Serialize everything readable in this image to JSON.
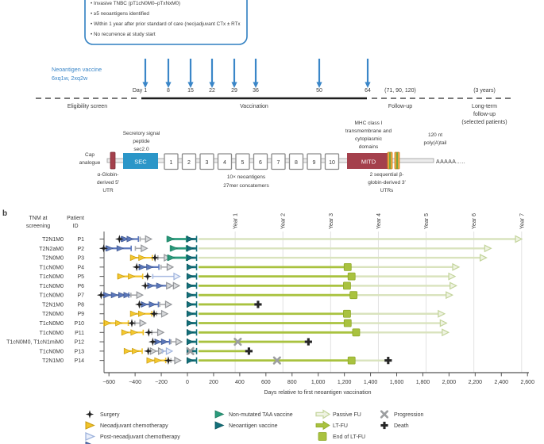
{
  "colors": {
    "accent_blue": "#3a86c8",
    "box_border": "#2f7fc1",
    "timeline_black": "#1c1c1c",
    "dash_gray": "#4b4b4b",
    "construct_red": "#a4404c",
    "construct_red_stroke": "#7e2f3a",
    "construct_blue": "#2b96c8",
    "construct_orange": "#f0a73c",
    "construct_orange_stroke": "#c8802a",
    "construct_green_stripe": "#6ba33c",
    "polya_purple": "#8e7cc3",
    "backbone_fill": "#ececec",
    "backbone_stroke": "#9b9b9b",
    "box_stroke_gray": "#8a8a8a",
    "neoadjuvant_yellow": "#f2c328",
    "neoadjuvant_yellow_stroke": "#c79b12",
    "adjuvant_blue": "#5b77bb",
    "adjuvant_blue_stroke": "#41598f",
    "gray_open_stroke": "#939599",
    "gray_open_fill": "#d8dadc",
    "gray_open_line": "#a7a9ac",
    "postneo_stroke": "#9fb4dd",
    "postneo_fill": "#eaeffa",
    "postneo_line": "#a9bbe2",
    "taa_teal": "#2a9b7c",
    "taa_teal_stroke": "#1f7a60",
    "neovax_teal": "#13707a",
    "neovax_teal_stroke": "#0c555d",
    "ltfu_green": "#a9c23f",
    "ltfu_green_stroke": "#8fa928",
    "passive_green": "#d9e3bd",
    "passive_stroke": "#c3d49b",
    "passive_fill": "#eff3e2",
    "progression_gray": "#9c9ea0",
    "death_black": "#262626",
    "grid_gray": "#e2e2e2",
    "axis_gray": "#555555"
  },
  "panel_a": {
    "eligibility_box": {
      "items": [
        "Invasive TNBC (pT1cN0M0–pTxNxM0)",
        "≥5 neoantigens identified",
        "Within 1 year after prior standard of care (neo)adjuvant CTx ± RTx",
        "No recurrence at study start"
      ]
    },
    "vaccine_label": {
      "line1": "Neoantigen vaccine",
      "line2": "6xq1w, 2xq2w"
    },
    "timeline": {
      "day_labels": [
        "Day 1",
        "8",
        "15",
        "22",
        "29",
        "36",
        "50",
        "64"
      ],
      "followup_label": "(71, 90, 120)",
      "longterm_label": "(3 years)",
      "phases": [
        "Eligibility screen",
        "Vaccination",
        "Follow-up"
      ],
      "longterm_phase": [
        "Long-term",
        "follow-up",
        "(selected patients)"
      ]
    },
    "construct": {
      "cap_label": [
        "Cap",
        "analogue"
      ],
      "utr5_label": [
        "α-Globin-",
        "derived 5′",
        "UTR"
      ],
      "sec_label_above": [
        "Secretory signal",
        "peptide",
        "sec2.0"
      ],
      "sec_text": "SEC",
      "neoantigen_boxes": [
        "1",
        "2",
        "3",
        "4",
        "5",
        "6",
        "7",
        "8",
        "9",
        "10"
      ],
      "neoantigens_label": [
        "10× neoantigens",
        "27mer concatemers"
      ],
      "mitd_label_above": [
        "MHC class I",
        "transmembrane and",
        "cytoplasmic",
        "domains"
      ],
      "mitd_text": "MITD",
      "utr3_label": [
        "2 sequential β-",
        "globin-derived 3′",
        "UTRs"
      ],
      "polya_label": [
        "120 nt",
        "poly(A)tail"
      ],
      "polya_text": "AAAAA....."
    }
  },
  "panel_b": {
    "label": "b",
    "tnm_header": [
      "TNM at",
      "screening"
    ],
    "id_header": [
      "Patient",
      "ID"
    ],
    "legend": {
      "columns": [
        {
          "items": [
            {
              "icon": "surgery-star-icon",
              "label": "Surgery"
            },
            {
              "icon": "yellow-arrow-icon",
              "label": "Neoadjuvant chemotherapy"
            },
            {
              "icon": "open-blue-arrow-icon",
              "label": "Post-neoadjuvant chemotherapy"
            },
            {
              "icon": "blue-arrow-icon",
              "label": ""
            }
          ]
        },
        {
          "items": [
            {
              "icon": "teal-arrow-icon",
              "label": "Non-mutated TAA vaccine"
            },
            {
              "icon": "darkteal-arrow-icon",
              "label": "Neoantigen vaccine"
            }
          ]
        },
        {
          "items": [
            {
              "icon": "pale-block-arrow-icon",
              "label": "Passive FU"
            },
            {
              "icon": "green-block-arrow-icon",
              "label": "LT-FU"
            },
            {
              "icon": "green-square-icon",
              "label": "End of LT-FU"
            }
          ]
        },
        {
          "items": [
            {
              "icon": "progression-icon",
              "label": "Progression"
            },
            {
              "icon": "death-icon",
              "label": "Death"
            }
          ]
        }
      ]
    }
  },
  "chart_data": {
    "type": "swimmer",
    "xlabel": "Days relative to first neoantigen vaccination",
    "x_unit": "days relative to first neoantigen vaccination",
    "x_domain": [
      -640,
      2625
    ],
    "x_ticks": [
      -600,
      -400,
      -200,
      0,
      200,
      400,
      600,
      800,
      1000,
      1200,
      1400,
      1600,
      1800,
      2000,
      2200,
      2400,
      2600
    ],
    "x_tick_labels": [
      "−600",
      "−400",
      "−200",
      "0",
      "200",
      "400",
      "600",
      "800",
      "1,000",
      "1,200",
      "1,400",
      "1,600",
      "1,800",
      "2,000",
      "2,200",
      "2,400",
      "2,600"
    ],
    "year_gridline_days": [
      365,
      730,
      1095,
      1460,
      1825,
      2190,
      2555
    ],
    "year_labels": [
      "Year 1",
      "Year 2",
      "Year 3",
      "Year 4",
      "Year 5",
      "Year 6",
      "Year 7"
    ],
    "patients": [
      {
        "id": "P1",
        "tnm": "T2N1M0",
        "markers": [
          {
            "kind": "surgery",
            "day": -520
          }
        ],
        "segments": [
          {
            "kind": "blue",
            "from": -505,
            "to": -375,
            "arrows": [
              -478,
              -438
            ]
          },
          {
            "kind": "gray-open",
            "from": -362,
            "to": -305
          },
          {
            "kind": "taa",
            "from": -155,
            "to": -8
          },
          {
            "kind": "neo",
            "from": 0,
            "to": 70
          },
          {
            "kind": "passive",
            "from": 85,
            "to": 2520,
            "end": "arrow"
          }
        ]
      },
      {
        "id": "P2",
        "tnm": "T2N2aM0",
        "markers": [
          {
            "kind": "surgery",
            "day": -640
          }
        ],
        "segments": [
          {
            "kind": "blue",
            "from": -622,
            "to": -430,
            "arrows": [
              -595,
              -515
            ]
          },
          {
            "kind": "gray-open",
            "from": -398,
            "to": -338
          },
          {
            "kind": "taa",
            "from": -130,
            "to": -8
          },
          {
            "kind": "neo",
            "from": 0,
            "to": 70
          },
          {
            "kind": "passive",
            "from": 85,
            "to": 2285,
            "end": "arrow"
          }
        ]
      },
      {
        "id": "P3",
        "tnm": "T2N0M0",
        "markers": [
          {
            "kind": "surgery",
            "day": -248
          }
        ],
        "segments": [
          {
            "kind": "yellow",
            "from": -432,
            "to": -268,
            "arrows": [
              -412,
              -348
            ]
          },
          {
            "kind": "gray-open",
            "from": -226,
            "to": -162
          },
          {
            "kind": "taa",
            "from": -150,
            "to": -8
          },
          {
            "kind": "neo",
            "from": 0,
            "to": 70
          },
          {
            "kind": "passive",
            "from": 85,
            "to": 2250,
            "end": "arrow"
          }
        ]
      },
      {
        "id": "P4",
        "tnm": "T1cN0M0",
        "markers": [
          {
            "kind": "surgery",
            "day": -388
          }
        ],
        "segments": [
          {
            "kind": "blue",
            "from": -368,
            "to": -218,
            "arrows": [
              -345,
              -288
            ]
          },
          {
            "kind": "gray-open",
            "from": -202,
            "to": -140
          },
          {
            "kind": "neo",
            "from": 0,
            "to": 70
          },
          {
            "kind": "ltfu",
            "from": 85,
            "to": 1225,
            "end": "square"
          },
          {
            "kind": "passive",
            "from": 1225,
            "to": 2040,
            "end": "arrow"
          }
        ]
      },
      {
        "id": "P5",
        "tnm": "T1cN0M0",
        "markers": [
          {
            "kind": "surgery",
            "day": -305
          }
        ],
        "segments": [
          {
            "kind": "yellow",
            "from": -532,
            "to": -342,
            "arrows": [
              -508,
              -428
            ]
          },
          {
            "kind": "postneo",
            "from": -265,
            "to": -88
          },
          {
            "kind": "neo",
            "from": 0,
            "to": 70
          },
          {
            "kind": "ltfu",
            "from": 85,
            "to": 1255,
            "end": "square"
          },
          {
            "kind": "passive",
            "from": 1255,
            "to": 2010,
            "end": "arrow"
          }
        ]
      },
      {
        "id": "P6",
        "tnm": "T1cN0M0",
        "markers": [
          {
            "kind": "surgery",
            "day": -322
          }
        ],
        "segments": [
          {
            "kind": "blue",
            "from": -302,
            "to": -148,
            "arrows": [
              -280,
              -212
            ]
          },
          {
            "kind": "gray-open",
            "from": -136,
            "to": -92,
            "arrows": [
              -114
            ]
          },
          {
            "kind": "neo",
            "from": 0,
            "to": 70
          },
          {
            "kind": "ltfu",
            "from": 85,
            "to": 1220,
            "end": "square"
          },
          {
            "kind": "passive",
            "from": 1220,
            "to": 2020,
            "end": "arrow"
          }
        ]
      },
      {
        "id": "P7",
        "tnm": "T1cN0M0",
        "markers": [
          {
            "kind": "surgery",
            "day": -660
          }
        ],
        "segments": [
          {
            "kind": "blue",
            "from": -640,
            "to": -448,
            "arrows": [
              -615,
              -558,
              -502,
              -462
            ]
          },
          {
            "kind": "gray-open",
            "from": -432,
            "to": -372
          },
          {
            "kind": "neo",
            "from": 0,
            "to": 70
          },
          {
            "kind": "ltfu",
            "from": 85,
            "to": 1270,
            "end": "square"
          },
          {
            "kind": "passive",
            "from": 1270,
            "to": 1990,
            "end": "arrow"
          }
        ]
      },
      {
        "id": "P8",
        "tnm": "T2N1M0",
        "markers": [
          {
            "kind": "surgery",
            "day": -368
          },
          {
            "kind": "death",
            "day": 540
          }
        ],
        "segments": [
          {
            "kind": "blue",
            "from": -350,
            "to": -222,
            "arrows": [
              -330,
              -268
            ]
          },
          {
            "kind": "gray-open",
            "from": -212,
            "to": -152
          },
          {
            "kind": "neo",
            "from": 0,
            "to": 70
          },
          {
            "kind": "ltfu",
            "from": 85,
            "to": 528
          }
        ]
      },
      {
        "id": "P9",
        "tnm": "T2N0M0",
        "markers": [
          {
            "kind": "surgery",
            "day": -255
          }
        ],
        "segments": [
          {
            "kind": "yellow",
            "from": -432,
            "to": -272,
            "arrows": [
              -412,
              -350
            ]
          },
          {
            "kind": "gray-open",
            "from": -236,
            "to": -182
          },
          {
            "kind": "neo",
            "from": 0,
            "to": 70
          },
          {
            "kind": "ltfu",
            "from": 85,
            "to": 1220,
            "end": "square"
          },
          {
            "kind": "passive",
            "from": 1220,
            "to": 1930,
            "end": "arrow"
          }
        ]
      },
      {
        "id": "P10",
        "tnm": "T1cN0M0",
        "markers": [
          {
            "kind": "surgery",
            "day": -425
          }
        ],
        "segments": [
          {
            "kind": "yellow",
            "from": -638,
            "to": -452,
            "arrows": [
              -610,
              -525
            ]
          },
          {
            "kind": "gray-open",
            "from": -402,
            "to": -348
          },
          {
            "kind": "neo",
            "from": 0,
            "to": 70
          },
          {
            "kind": "ltfu",
            "from": 85,
            "to": 1225,
            "end": "square"
          },
          {
            "kind": "passive",
            "from": 1225,
            "to": 1945,
            "end": "arrow"
          }
        ]
      },
      {
        "id": "P11",
        "tnm": "T1cN0M0",
        "markers": [
          {
            "kind": "surgery",
            "day": -296
          }
        ],
        "segments": [
          {
            "kind": "yellow",
            "from": -500,
            "to": -338,
            "arrows": [
              -478,
              -408
            ]
          },
          {
            "kind": "gray-open",
            "from": -272,
            "to": -212
          },
          {
            "kind": "neo",
            "from": 0,
            "to": 70
          },
          {
            "kind": "ltfu",
            "from": 85,
            "to": 1290,
            "end": "square"
          },
          {
            "kind": "passive",
            "from": 1290,
            "to": 1960,
            "end": "arrow"
          }
        ]
      },
      {
        "id": "P12",
        "tnm": "T1cN0M0, T1cN1miM0",
        "markers": [
          {
            "kind": "surgery",
            "day": -265
          },
          {
            "kind": "progression",
            "day": 385
          },
          {
            "kind": "death",
            "day": 925
          }
        ],
        "segments": [
          {
            "kind": "blue",
            "from": -246,
            "to": -136,
            "arrows": [
              -225,
              -175
            ]
          },
          {
            "kind": "gray-open",
            "from": -126,
            "to": -72
          },
          {
            "kind": "neo",
            "from": 0,
            "to": 70
          },
          {
            "kind": "ltfu",
            "from": 85,
            "to": 915
          }
        ]
      },
      {
        "id": "P13",
        "tnm": "T1cN0M0",
        "markers": [
          {
            "kind": "surgery",
            "day": -300
          },
          {
            "kind": "progression",
            "day": 22
          },
          {
            "kind": "death",
            "day": 470
          }
        ],
        "segments": [
          {
            "kind": "yellow",
            "from": -480,
            "to": -346,
            "arrows": [
              -460,
              -398
            ]
          },
          {
            "kind": "gray-open",
            "from": -272,
            "to": -206,
            "arrows": [
              -238
            ]
          },
          {
            "kind": "postneo",
            "from": -192,
            "to": -146
          },
          {
            "kind": "neo",
            "from": 0,
            "to": 70
          },
          {
            "kind": "ltfu",
            "from": 85,
            "to": 458
          }
        ]
      },
      {
        "id": "P14",
        "tnm": "T2N1M0",
        "markers": [
          {
            "kind": "surgery",
            "day": -146
          },
          {
            "kind": "progression",
            "day": 685
          },
          {
            "kind": "death",
            "day": 1535
          }
        ],
        "segments": [
          {
            "kind": "yellow",
            "from": -306,
            "to": -166,
            "arrows": [
              -286,
              -226
            ]
          },
          {
            "kind": "gray-open",
            "from": -126,
            "to": -82
          },
          {
            "kind": "neo",
            "from": 0,
            "to": 70
          },
          {
            "kind": "ltfu",
            "from": 85,
            "to": 1255,
            "end": "square"
          },
          {
            "kind": "passive",
            "from": 1255,
            "to": 1522
          }
        ]
      }
    ]
  }
}
